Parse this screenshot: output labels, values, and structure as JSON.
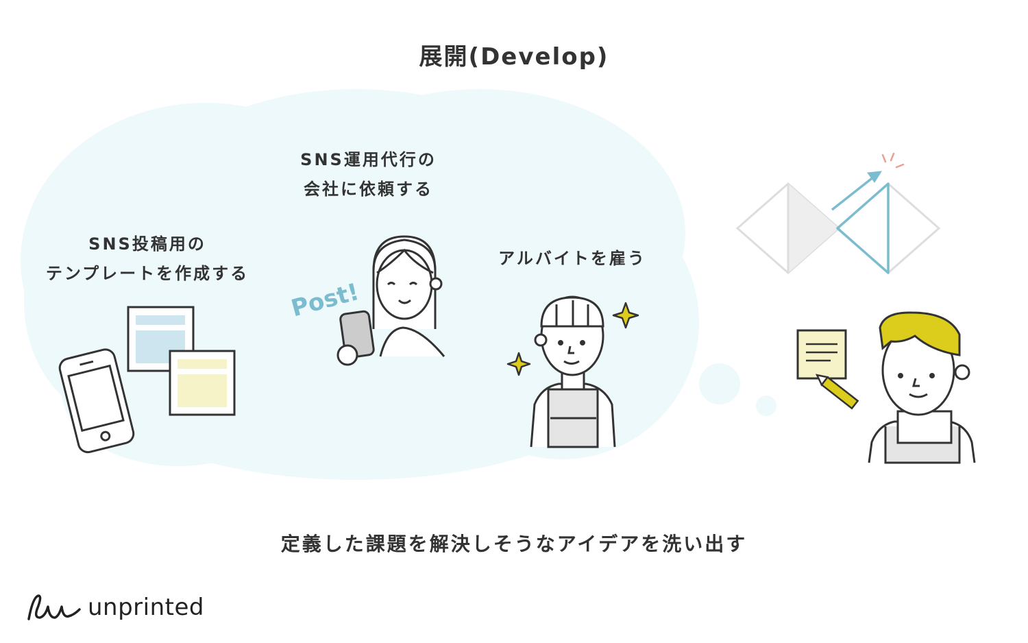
{
  "title": "展開(Develop)",
  "ideas": {
    "template": {
      "line1": "SNS投稿用の",
      "line2": "テンプレートを作成する"
    },
    "agency": {
      "line1": "SNS運用代行の",
      "line2": "会社に依頼する"
    },
    "hire": {
      "line1": "アルバイトを雇う"
    }
  },
  "post_text": "Post!",
  "caption": "定義した課題を解決しそうなアイデアを洗い出す",
  "brand": {
    "name": "unprinted"
  },
  "colors": {
    "cloud": "#eef9fc",
    "accent_blue": "#7bbccf",
    "hair_yellow": "#dccd1c",
    "memo_yellow": "#f6f3c8",
    "screen_blue": "#cde5ef",
    "spark_pink": "#e8a090",
    "stroke": "#333333"
  },
  "icons": [
    "phone-icon",
    "template-sheet-icon",
    "sparkle-icon",
    "arrow-up-right-icon",
    "pencil-icon",
    "memo-icon",
    "diamond-process-icon"
  ]
}
